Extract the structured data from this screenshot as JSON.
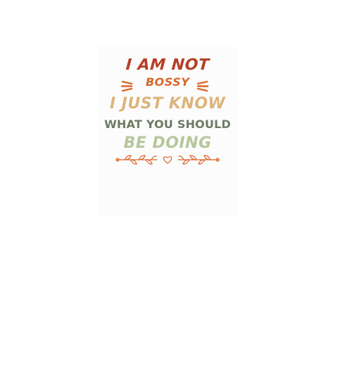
{
  "design": {
    "line1": "I AM NOT",
    "line2": "BOSSY",
    "line3": "I JUST KNOW",
    "line4": "WHAT YOU SHOULD",
    "line5": "BE DOING"
  },
  "colors": {
    "line1": "#b5402a",
    "line2": "#d9662b",
    "line3": "#dcb47c",
    "line4": "#6e7a62",
    "line5": "#b6c79a",
    "ornament": "#d9662b"
  },
  "icons": {
    "left_rays": "sunburst-rays-icon",
    "right_rays": "sunburst-rays-icon",
    "divider": "leafy-vine-heart-divider-icon"
  }
}
